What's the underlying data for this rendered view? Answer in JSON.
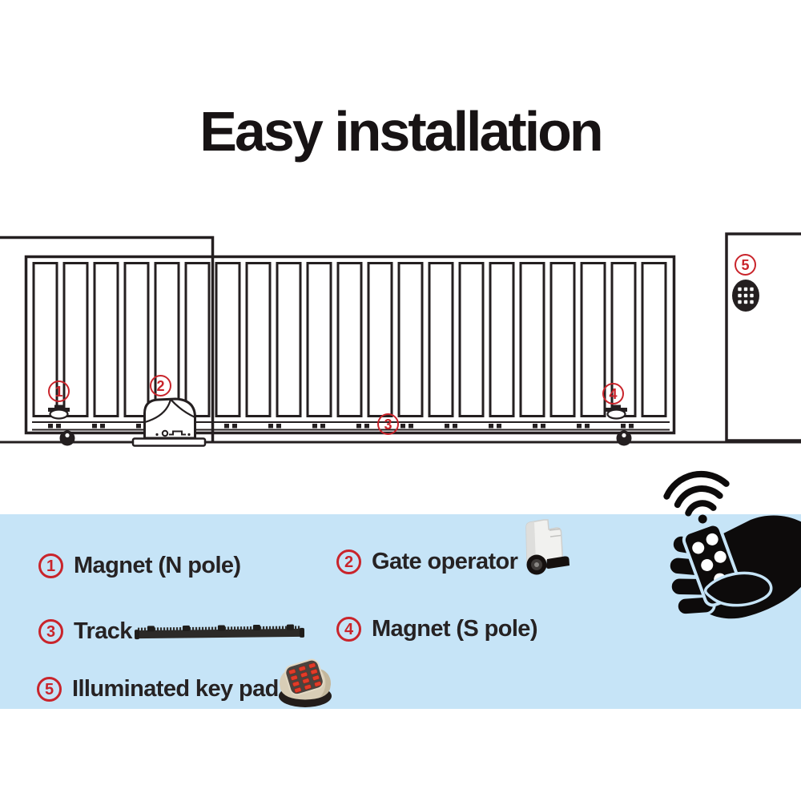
{
  "title": "Easy installation",
  "diagram": {
    "callouts": [
      "1",
      "2",
      "3",
      "4",
      "5"
    ]
  },
  "legend": {
    "items": [
      {
        "number": "1",
        "label": "Magnet (N pole)"
      },
      {
        "number": "2",
        "label": "Gate operator"
      },
      {
        "number": "3",
        "label": "Track"
      },
      {
        "number": "4",
        "label": "Magnet (S pole)"
      },
      {
        "number": "5",
        "label": "Illuminated key pad"
      }
    ]
  },
  "icons": {
    "keypad_icon": "black oval with 3x3 white dot grid",
    "wifi_signal_icon": "dot with three radiating arcs",
    "remote_hand_icon": "black hand silhouette holding remote with round buttons",
    "gate_operator_image": "white sliding-gate motor with black gear and base",
    "track_image": "black toothed gear rack rail",
    "keypad_image": "round beige keypad with red illuminated keys"
  },
  "theme": {
    "accent_red": "#c9242b",
    "legend_bg": "#c6e4f7",
    "ink": "#262223",
    "line_ink": "#241f20"
  }
}
